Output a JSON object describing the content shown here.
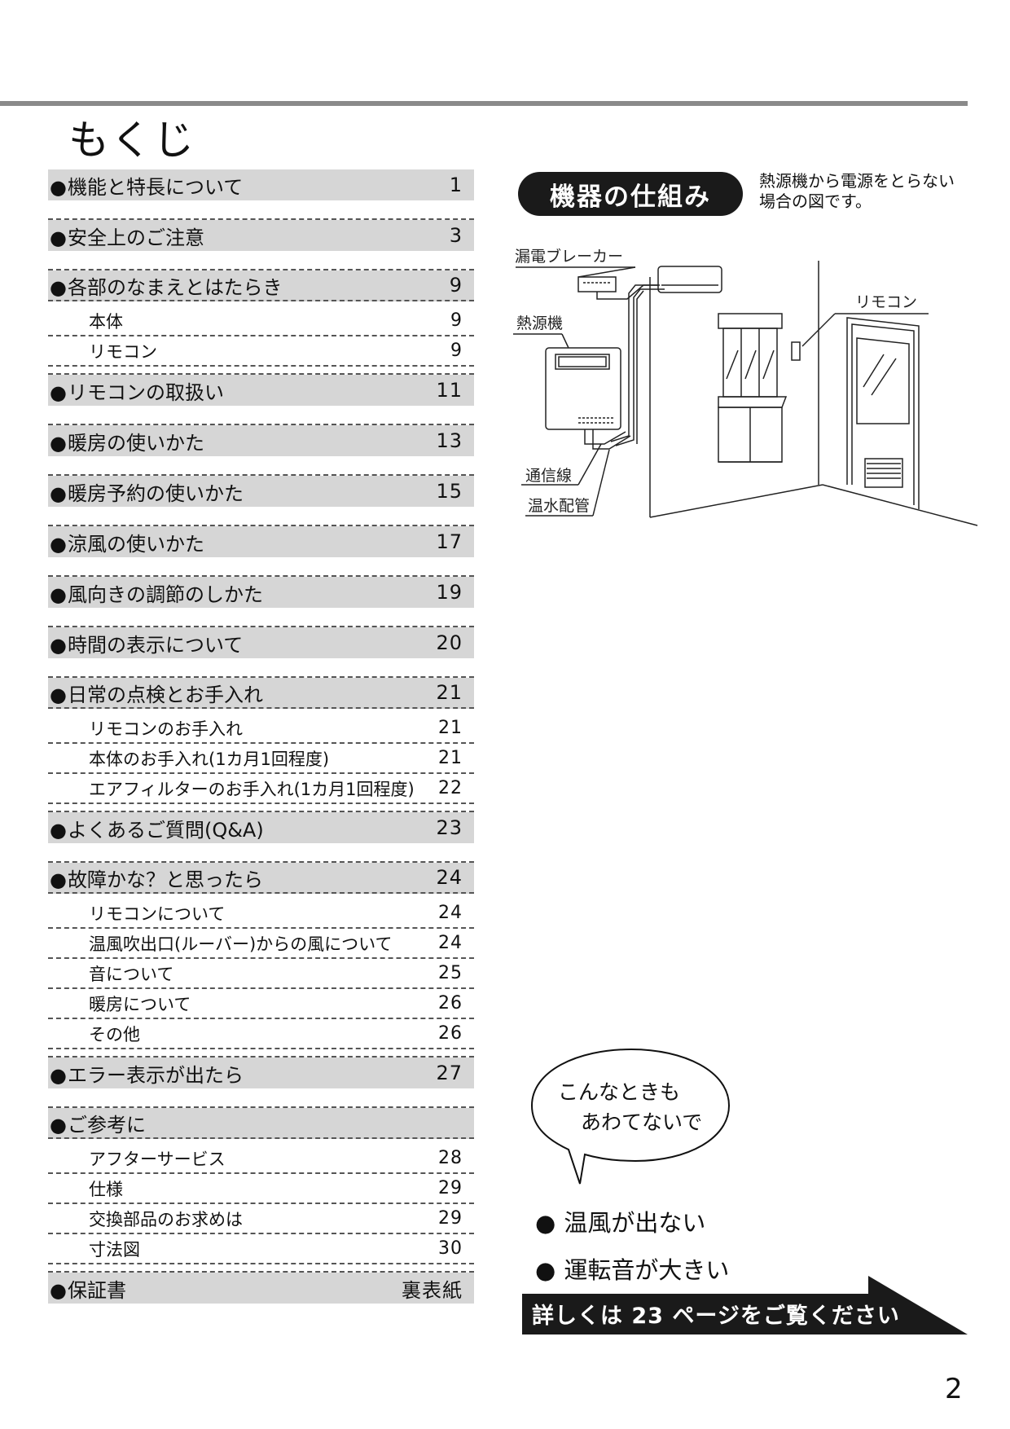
{
  "toc_title": "もくじ",
  "toc": [
    {
      "type": "main",
      "label": "機能と特長について",
      "page": "1"
    },
    {
      "type": "sep"
    },
    {
      "type": "main",
      "label": "安全上のご注意",
      "page": "3"
    },
    {
      "type": "sep"
    },
    {
      "type": "main",
      "label": "各部のなまえとはたらき",
      "page": "9"
    },
    {
      "type": "sub",
      "label": "本体",
      "page": "9"
    },
    {
      "type": "sub",
      "label": "リモコン",
      "page": "9"
    },
    {
      "type": "sep-small"
    },
    {
      "type": "main",
      "label": "リモコンの取扱い",
      "page": "11"
    },
    {
      "type": "sep"
    },
    {
      "type": "main",
      "label": "暖房の使いかた",
      "page": "13"
    },
    {
      "type": "sep"
    },
    {
      "type": "main",
      "label": "暖房予約の使いかた",
      "page": "15"
    },
    {
      "type": "sep"
    },
    {
      "type": "main",
      "label": "涼風の使いかた",
      "page": "17"
    },
    {
      "type": "sep"
    },
    {
      "type": "main",
      "label": "風向きの調節のしかた",
      "page": "19"
    },
    {
      "type": "sep"
    },
    {
      "type": "main",
      "label": "時間の表示について",
      "page": "20"
    },
    {
      "type": "sep"
    },
    {
      "type": "main",
      "label": "日常の点検とお手入れ",
      "page": "21"
    },
    {
      "type": "sub",
      "label": "リモコンのお手入れ",
      "page": "21"
    },
    {
      "type": "sub",
      "label": "本体のお手入れ(1カ月1回程度)",
      "page": "21"
    },
    {
      "type": "sub",
      "label": "エアフィルターのお手入れ(1カ月1回程度)",
      "page": "22"
    },
    {
      "type": "sep-small"
    },
    {
      "type": "main",
      "label": "よくあるご質問(Q&A)",
      "page": "23"
    },
    {
      "type": "sep"
    },
    {
      "type": "main",
      "label": "故障かな？と思ったら",
      "page": "24"
    },
    {
      "type": "sub",
      "label": "リモコンについて",
      "page": "24"
    },
    {
      "type": "sub",
      "label": "温風吹出口(ルーバー)からの風について",
      "page": "24"
    },
    {
      "type": "sub",
      "label": "音について",
      "page": "25"
    },
    {
      "type": "sub",
      "label": "暖房について",
      "page": "26"
    },
    {
      "type": "sub",
      "label": "その他",
      "page": "26"
    },
    {
      "type": "sep-small"
    },
    {
      "type": "main",
      "label": "エラー表示が出たら",
      "page": "27"
    },
    {
      "type": "sep"
    },
    {
      "type": "main",
      "label": "ご参考に",
      "page": ""
    },
    {
      "type": "sub",
      "label": "アフターサービス",
      "page": "28"
    },
    {
      "type": "sub",
      "label": "仕様",
      "page": "29"
    },
    {
      "type": "sub",
      "label": "交換部品のお求めは",
      "page": "29"
    },
    {
      "type": "sub",
      "label": "寸法図",
      "page": "30"
    },
    {
      "type": "sep-small"
    },
    {
      "type": "main",
      "label": "保証書",
      "page": "裏表紙"
    }
  ],
  "system": {
    "title": "機器の仕組み",
    "note_line1": "熱源機から電源をとらない",
    "note_line2": "場合の図です。",
    "labels": {
      "breaker": "漏電ブレーカー",
      "remote": "リモコン",
      "heat_source": "熱源機",
      "comm_line": "通信線",
      "hot_water_pipe": "温水配管"
    }
  },
  "tips": {
    "bubble_line1": "こんなときも",
    "bubble_line2": "あわてないで",
    "bullet1": "温風が出ない",
    "bullet2": "運転音が大きい",
    "banner": "詳しくは 23 ページをご覧ください"
  },
  "page_number": "2"
}
